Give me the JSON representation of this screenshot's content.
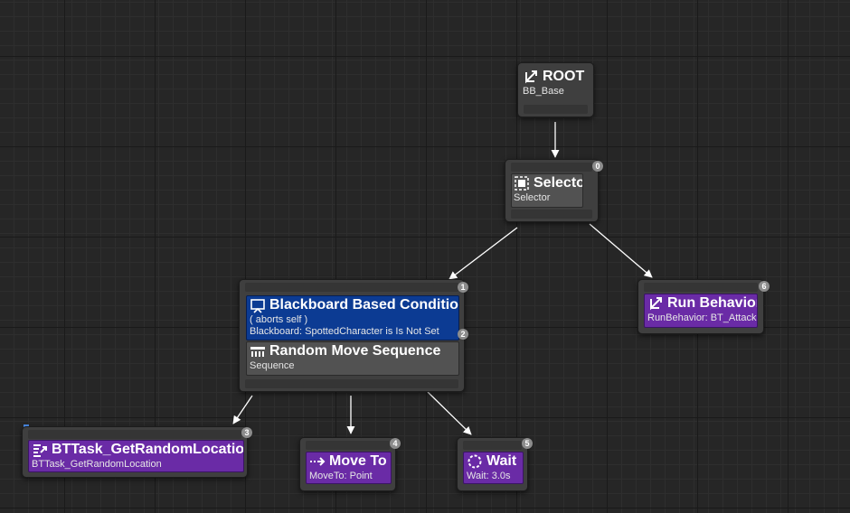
{
  "nodes": {
    "root": {
      "title": "ROOT",
      "subtitle": "BB_Base",
      "icon": "tree-branch-icon"
    },
    "selector": {
      "title": "Selector",
      "subtitle": "Selector",
      "index": "0",
      "icon": "selector-icon"
    },
    "sequence": {
      "decorator": {
        "title": "Blackboard Based Condition",
        "line1": "( aborts self )",
        "line2": "Blackboard: SpottedCharacter is Is Not Set",
        "index": "1",
        "icon": "blackboard-icon"
      },
      "composite": {
        "title": "Random Move Sequence",
        "subtitle": "Sequence",
        "index": "2",
        "icon": "sequence-icon"
      }
    },
    "run_behavior": {
      "title": "Run Behavior",
      "subtitle": "RunBehavior: BT_Attack",
      "index": "6",
      "icon": "tree-branch-icon"
    },
    "get_random_location": {
      "title": "BTTask_GetRandomLocation",
      "subtitle": "BTTask_GetRandomLocation",
      "index": "3",
      "icon": "blueprint-task-icon"
    },
    "move_to": {
      "title": "Move To",
      "subtitle": "MoveTo: Point",
      "index": "4",
      "icon": "move-to-icon"
    },
    "wait": {
      "title": "Wait",
      "subtitle": "Wait: 3.0s",
      "index": "5",
      "icon": "wait-icon"
    }
  },
  "colors": {
    "canvas": "#262626",
    "node_body": "#3f3f3f",
    "decorator": "#0c3b93",
    "task": "#6a2ba6",
    "composite": "#525252",
    "edge": "#ffffff"
  }
}
